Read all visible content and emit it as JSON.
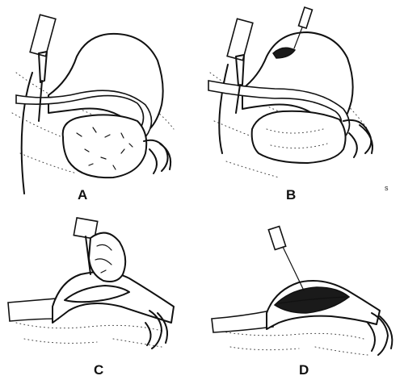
{
  "figure": {
    "panels": [
      {
        "id": "A",
        "label": "A"
      },
      {
        "id": "B",
        "label": "B"
      },
      {
        "id": "C",
        "label": "C"
      },
      {
        "id": "D",
        "label": "D"
      }
    ],
    "stray_mark": "s"
  }
}
